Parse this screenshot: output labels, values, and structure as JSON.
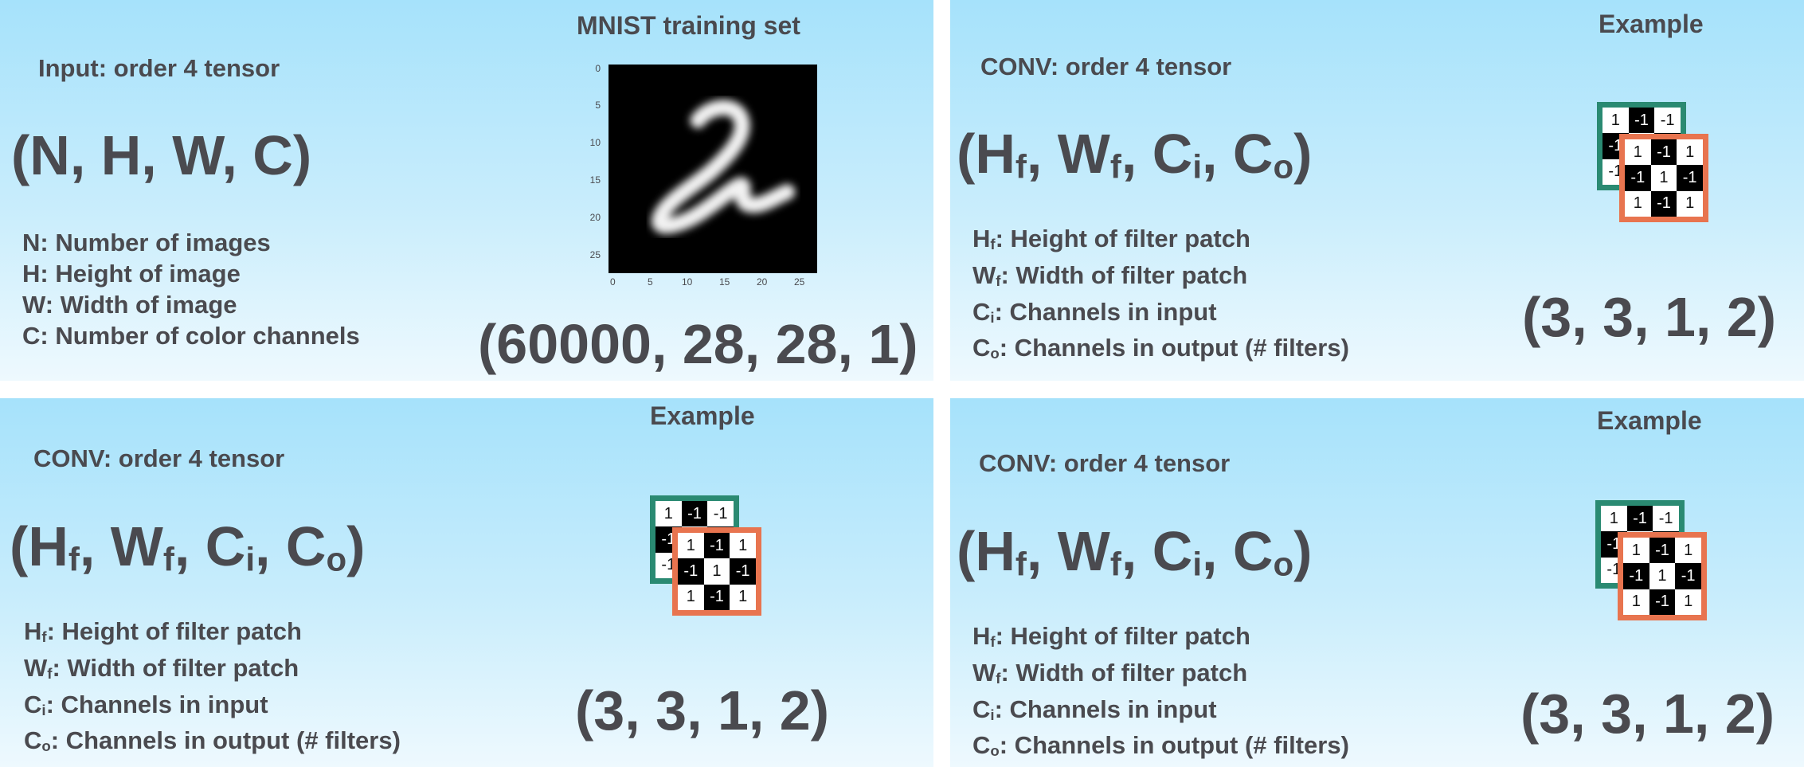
{
  "colors": {
    "text": "#4a4a4f",
    "teal": "#2a8a72",
    "orange": "#e8744f"
  },
  "p1": {
    "title": "MNIST training set",
    "heading": "Input: order 4 tensor",
    "formula": "(N, H, W, C)",
    "desc": [
      "N: Number of images",
      "H: Height of image",
      "W: Width of image",
      "C: Number of color channels"
    ],
    "tuple": "(60000, 28, 28, 1)",
    "axis_x": [
      "0",
      "5",
      "10",
      "15",
      "20",
      "25"
    ],
    "axis_y": [
      "0",
      "5",
      "10",
      "15",
      "20",
      "25"
    ]
  },
  "conv": {
    "example": "Example",
    "heading": "CONV: order 4 tensor",
    "f_h": "H",
    "f_hs": "f",
    "f_w": "W",
    "f_ws": "f",
    "f_c": "C",
    "f_cs": "i",
    "f_o": "C",
    "f_os": "o",
    "d1s": "f",
    "d1": ": Height of filter patch",
    "d2s": "f",
    "d2": ": Width of filter patch",
    "d3s": "i",
    "d3": ": Channels in input",
    "d4s": "o",
    "d4": ": Channels in output (# filters)",
    "tuple": "(3, 3, 1, 2)",
    "k1": [
      "1",
      "-1",
      "-1",
      "-1",
      "",
      "",
      "-1",
      "",
      ""
    ],
    "k2": [
      "1",
      "-1",
      "1",
      "-1",
      "1",
      "-1",
      "1",
      "-1",
      "1"
    ]
  }
}
